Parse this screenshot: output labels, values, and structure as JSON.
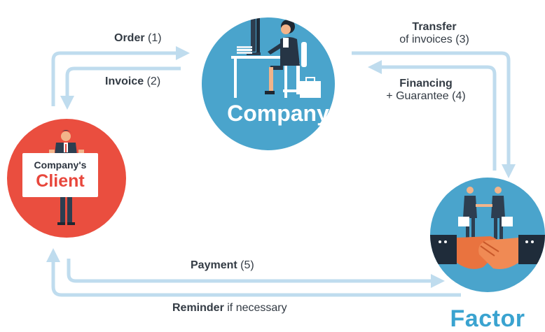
{
  "labels": {
    "order_bold": "Order",
    "order_num": "(1)",
    "invoice_bold": "Invoice",
    "invoice_num": "(2)",
    "transfer_bold": "Transfer",
    "transfer_rest": "of invoices (3)",
    "financing_bold": "Financing",
    "financing_rest": "+ Guarantee (4)",
    "payment_bold": "Payment",
    "payment_num": "(5)",
    "reminder_bold": "Reminder",
    "reminder_rest": "if necessary"
  },
  "nodes": {
    "company": "Company",
    "client_line1": "Company's",
    "client_line2": "Client",
    "factor": "Factor"
  },
  "colors": {
    "company_circle": "#4aa4cc",
    "client_circle": "#ea4e3f",
    "factor_circle": "#4aa4cc",
    "arrow": "#bfdcee",
    "factor_title": "#3aa3d0",
    "client_text": "#e8473c"
  }
}
